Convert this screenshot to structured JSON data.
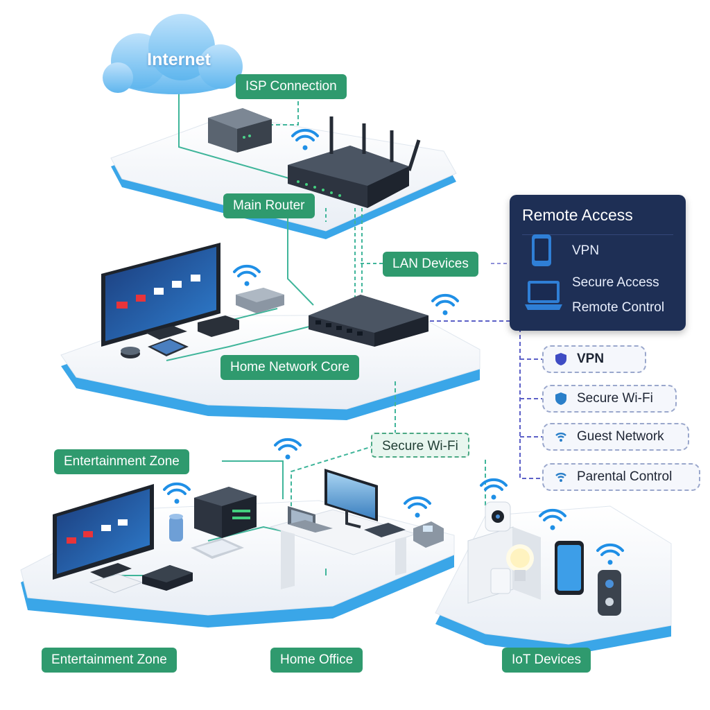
{
  "diagram": {
    "cloud_label": "Internet",
    "labels": {
      "isp": "ISP Connection",
      "main_router": "Main Router",
      "lan_devices": "LAN Devices",
      "core": "Home Network Core",
      "secure_wifi": "Secure Wi-Fi",
      "ent_zone_top": "Entertainment Zone",
      "ent_zone_bottom": "Entertainment Zone",
      "home_office": "Home Office",
      "iot": "IoT Devices"
    }
  },
  "remote_access": {
    "title": "Remote Access",
    "vpn": "VPN",
    "secure_access": "Secure Access",
    "remote_control": "Remote Control"
  },
  "features": [
    {
      "label": "VPN",
      "icon": "vpn-shield-icon"
    },
    {
      "label": "Secure Wi-Fi",
      "icon": "secure-wifi-shield-icon"
    },
    {
      "label": "Guest Network",
      "icon": "wifi-icon"
    },
    {
      "label": "Parental Control",
      "icon": "wifi-icon"
    }
  ],
  "colors": {
    "label_green": "#2f9a6e",
    "platform_blue": "#3aa6e8",
    "panel_navy": "#1e2f55",
    "wifi_blue": "#1f8fe6",
    "link_purple": "#5b5fc7"
  }
}
